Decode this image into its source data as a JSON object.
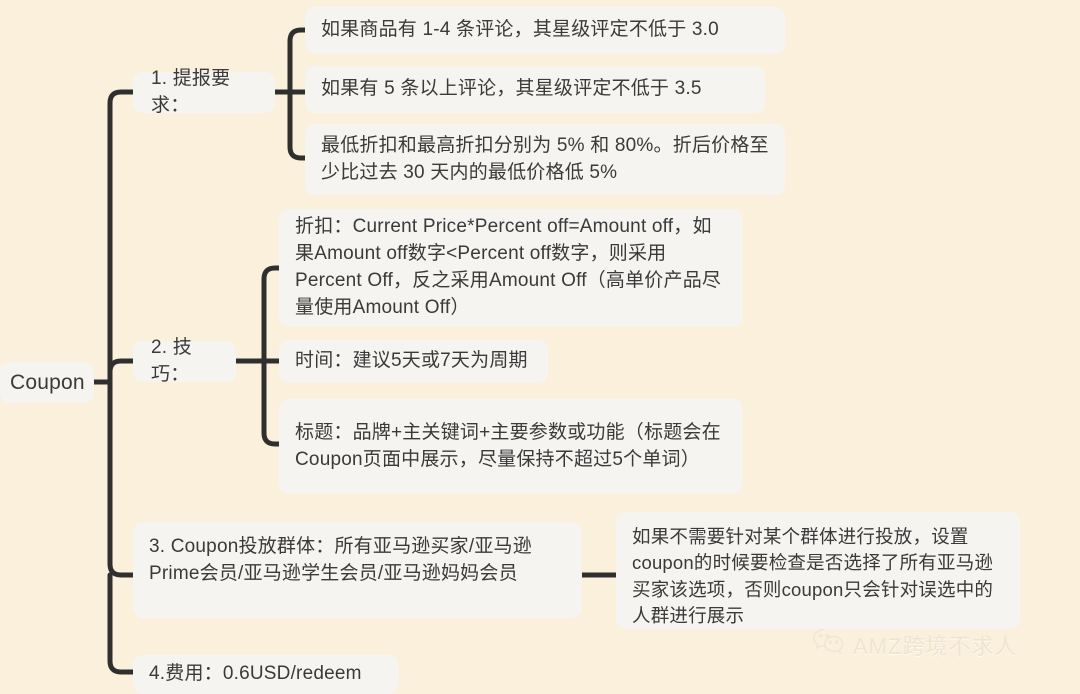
{
  "page": {
    "background_color": "#fbf0dc",
    "node_color": "#f6f4f1",
    "line_color": "#2f2f2f",
    "text_color": "#3a3a3a"
  },
  "root": {
    "label": "Coupon"
  },
  "branches": [
    {
      "label": "1. 提报要求：",
      "children": [
        {
          "text": "如果商品有 1-4 条评论，其星级评定不低于 3.0"
        },
        {
          "text": "如果有 5 条以上评论，其星级评定不低于 3.5"
        },
        {
          "text": "最低折扣和最高折扣分别为 5% 和 80%。折后价格至少比过去 30 天内的最低价格低 5%"
        }
      ]
    },
    {
      "label": "2. 技巧：",
      "children": [
        {
          "text": "折扣：Current Price*Percent off=Amount off，如果Amount off数字<Percent off数字，则采用Percent Off，反之采用Amount Off（高单价产品尽量使用Amount Off）"
        },
        {
          "text": "时间：建议5天或7天为周期"
        },
        {
          "text": "标题：品牌+主关键词+主要参数或功能（标题会在Coupon页面中展示，尽量保持不超过5个单词）"
        }
      ]
    },
    {
      "label": "3. Coupon投放群体：所有亚马逊买家/亚马逊Prime会员/亚马逊学生会员/亚马逊妈妈会员",
      "children": [
        {
          "text": "如果不需要针对某个群体进行投放，设置coupon的时候要检查是否选择了所有亚马逊买家该选项，否则coupon只会针对误选中的人群进行展示"
        }
      ]
    },
    {
      "label": "4.费用：0.6USD/redeem",
      "children": []
    }
  ],
  "watermark": {
    "text": "AMZ跨境不求人",
    "icon": "wechat-icon"
  }
}
